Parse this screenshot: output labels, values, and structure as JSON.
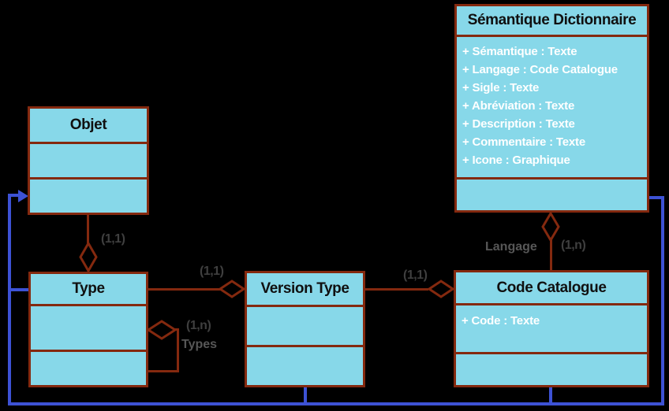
{
  "diagram": {
    "colors": {
      "background": "#000000",
      "box_fill": "#87D8E9",
      "line": "#84290F",
      "blue_link": "#3D52D5",
      "title_text": "#101010",
      "attribute_text": "#FFFFFF",
      "multiplicity_text": "#3F3F3F",
      "role_text": "#575757"
    },
    "classes": [
      {
        "id": "objet",
        "title": "Objet",
        "attributes": []
      },
      {
        "id": "type",
        "title": "Type",
        "attributes": []
      },
      {
        "id": "version-type",
        "title": "Version Type",
        "attributes": []
      },
      {
        "id": "code-catalogue",
        "title": "Code Catalogue",
        "attributes": [
          "+ Code : Texte"
        ]
      },
      {
        "id": "semantique-dictionnaire",
        "title": "Sémantique Dictionnaire",
        "attributes": [
          "+ Sémantique : Texte",
          "+ Langage : Code Catalogue",
          "+ Sigle : Texte",
          "+ Abréviation : Texte",
          "+ Description : Texte",
          "+ Commentaire : Texte",
          "+ Icone : Graphique"
        ]
      }
    ],
    "relations": [
      {
        "name": "objet-type",
        "multiplicity": "(1,1)"
      },
      {
        "name": "type-version-type",
        "multiplicity": "(1,1)"
      },
      {
        "name": "version-type-code-catalogue",
        "multiplicity": "(1,1)"
      },
      {
        "name": "semantique-dictionnaire-code-catalogue",
        "role": "Langage",
        "multiplicity": "(1,n)"
      },
      {
        "name": "type-self",
        "role": "Types",
        "multiplicity": "(1,n)"
      }
    ]
  }
}
